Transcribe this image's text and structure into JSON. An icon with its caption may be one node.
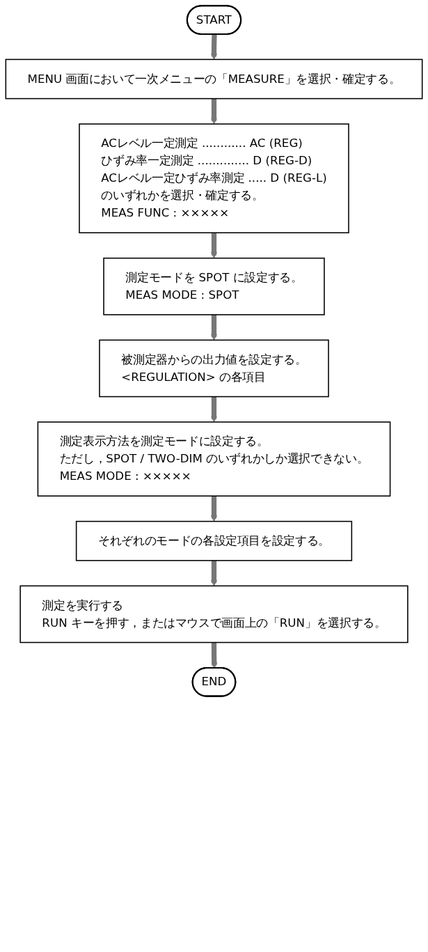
{
  "diagram": {
    "nodes": [
      {
        "text": [
          "START"
        ]
      },
      {
        "text": [
          "MENU 画面において一次メニューの「MEASURE」を選択・確定する。"
        ]
      },
      {
        "text": [
          "ACレベル一定測定 ............ AC (REG)",
          "ひずみ率一定測定 .............. D (REG-D)",
          "ACレベル一定ひずみ率測定 ..... D (REG-L)",
          "のいずれかを選択・確定する。",
          "MEAS FUNC : ×××××"
        ]
      },
      {
        "text": [
          "測定モードを SPOT に設定する。",
          "MEAS MODE : SPOT"
        ]
      },
      {
        "text": [
          "被測定器からの出力値を設定する。",
          "<REGULATION> の各項目"
        ]
      },
      {
        "text": [
          "測定表示方法を測定モードに設定する。",
          "ただし，SPOT / TWO-DIM のいずれかしか選択できない。",
          "MEAS MODE : ×××××"
        ]
      },
      {
        "text": [
          "それぞれのモードの各設定項目を設定する。"
        ]
      },
      {
        "text": [
          "測定を実行する",
          "RUN キーを押す，またはマウスで画面上の「RUN」を選択する。"
        ]
      },
      {
        "text": [
          "END"
        ]
      }
    ],
    "edges": [
      {
        "from": 0,
        "to": 1,
        "arrow": "to"
      },
      {
        "from": 1,
        "to": 2,
        "arrow": "to"
      },
      {
        "from": 2,
        "to": 3,
        "arrow": "to"
      },
      {
        "from": 3,
        "to": 4,
        "arrow": "to"
      },
      {
        "from": 4,
        "to": 5,
        "arrow": "to"
      },
      {
        "from": 5,
        "to": 6,
        "arrow": "to"
      },
      {
        "from": 6,
        "to": 7,
        "arrow": "to"
      },
      {
        "from": 7,
        "to": 8,
        "arrow": "to"
      }
    ]
  }
}
